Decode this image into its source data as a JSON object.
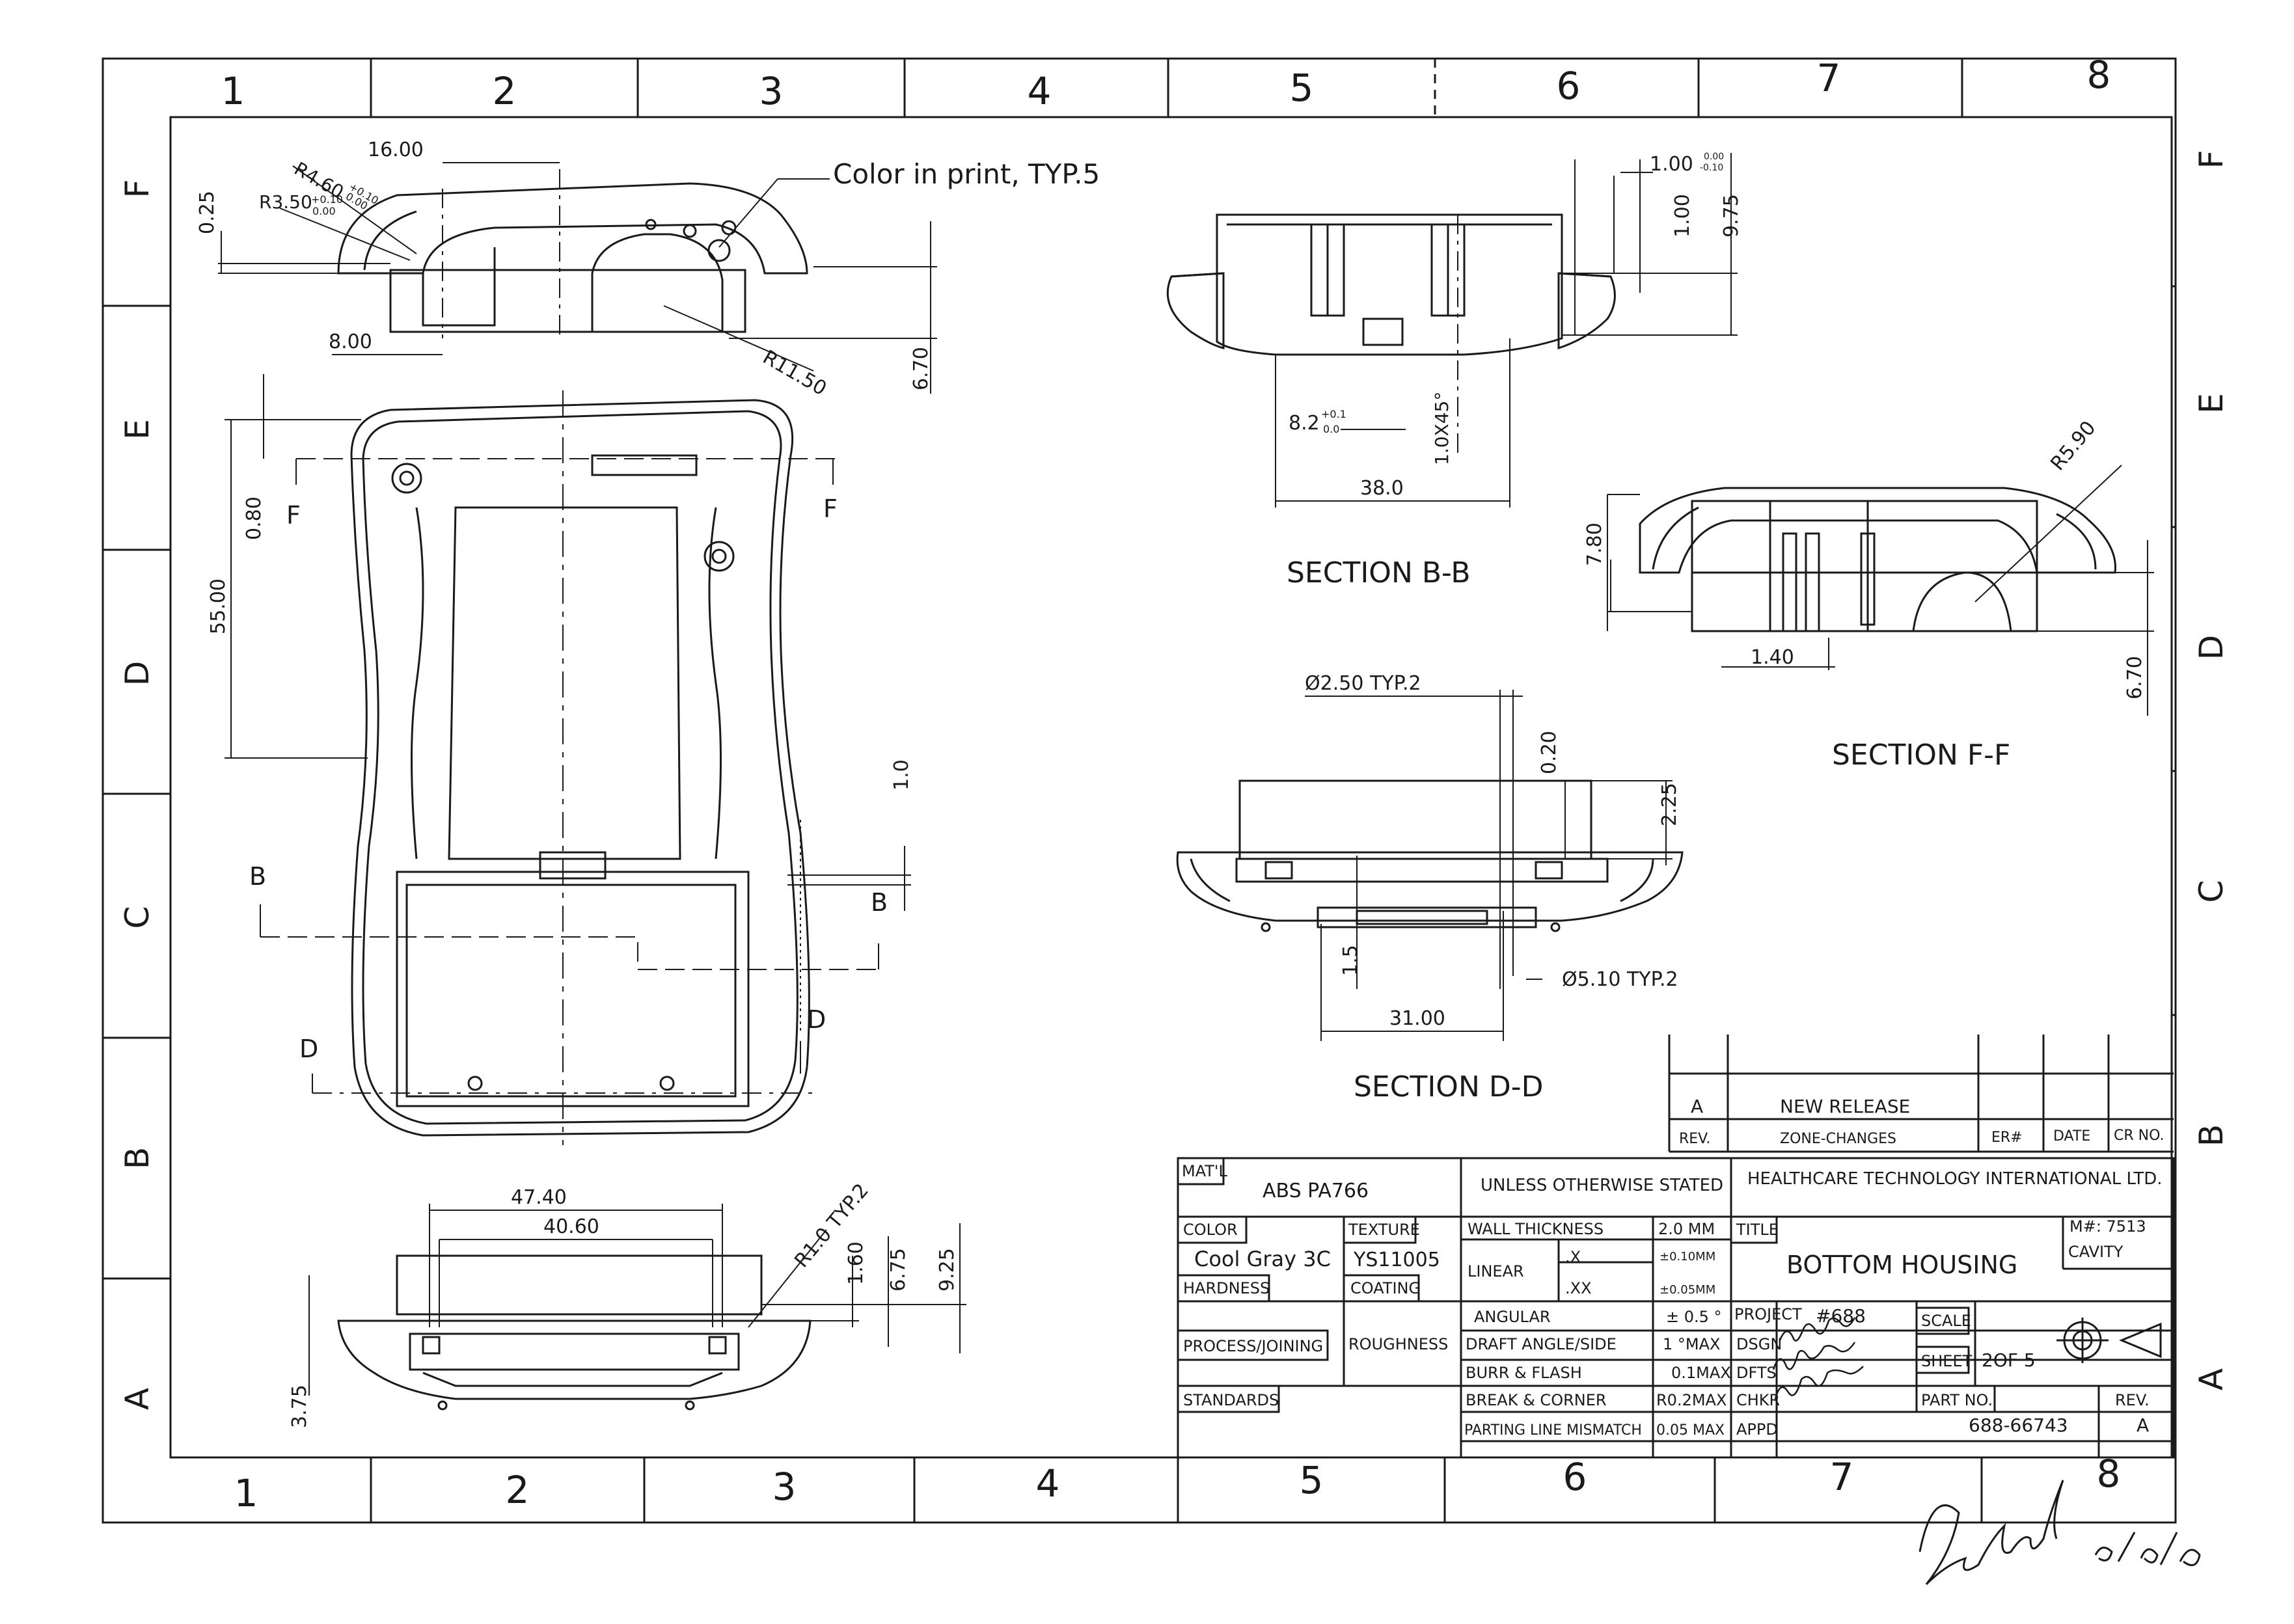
{
  "border": {
    "top_columns": [
      "1",
      "2",
      "3",
      "4",
      "5",
      "6",
      "7",
      "8"
    ],
    "bottom_columns": [
      "1",
      "2",
      "3",
      "4",
      "5",
      "6",
      "7",
      "8"
    ],
    "rows": [
      "F",
      "E",
      "D",
      "C",
      "B",
      "A"
    ]
  },
  "notes": {
    "color_in_print": "Color in print, TYP.5"
  },
  "sections": {
    "bb": "SECTION B-B",
    "ff": "SECTION F-F",
    "dd": "SECTION D-D"
  },
  "cut_labels": {
    "f_left": "F",
    "f_right": "F",
    "b_left": "B",
    "b_right": "B",
    "d_left": "D",
    "d_right": "D"
  },
  "dimensions": {
    "top_view": {
      "width_16": "16.00",
      "r460": "R4.60",
      "r460_tol_plus": "+0.10",
      "r460_tol_minus": "0.00",
      "r350": "R3.50",
      "r350_tol_plus": "+0.10",
      "r350_tol_minus": "0.00",
      "d025": "0.25",
      "d800": "8.00",
      "r1150": "R11.50",
      "d670": "6.70"
    },
    "plan_view": {
      "d080": "0.80",
      "d5500": "55.00",
      "d10": "1.0"
    },
    "bottom_view": {
      "d4740": "47.40",
      "d4060": "40.60",
      "r10": "R1.0 TYP.2",
      "d160": "1.60",
      "d675": "6.75",
      "d925": "9.25",
      "d375": "3.75"
    },
    "section_bb": {
      "d100a": "1.00",
      "d100a_tol_plus": "0.00",
      "d100a_tol_minus": "-0.10",
      "d100b": "1.00",
      "d975": "9.75",
      "d82": "8.2",
      "d82_tol_plus": "+0.1",
      "d82_tol_minus": "0.0",
      "chamfer": "1.0X45°",
      "d380": "38.0"
    },
    "section_ff": {
      "r590": "R5.90",
      "d780": "7.80",
      "d140": "1.40",
      "d670": "6.70"
    },
    "section_dd": {
      "hole250": "Ø2.50 TYP.2",
      "d020": "0.20",
      "d225": "2.25",
      "d15": "1.5",
      "hole510": "Ø5.10 TYP.2",
      "d3100": "31.00"
    }
  },
  "revision_block": {
    "rev_letter": "A",
    "description": "NEW RELEASE",
    "headers": {
      "rev": "REV.",
      "zone_changes": "ZONE-CHANGES",
      "er": "ER#",
      "date": "DATE",
      "cr": "CR NO."
    }
  },
  "title_block": {
    "matl_label": "MAT'L",
    "matl_value": "ABS PA766",
    "unless": "UNLESS OTHERWISE STATED",
    "company": "HEALTHCARE TECHNOLOGY INTERNATIONAL LTD.",
    "color_label": "COLOR",
    "color_value": "Cool Gray 3C",
    "texture_label": "TEXTURE",
    "texture_value": "YS11005",
    "hardness_label": "HARDNESS",
    "coating_label": "COATING",
    "wall_label": "WALL THICKNESS",
    "wall_value": "2.0  MM",
    "title_label": "TITLE",
    "title_value": "BOTTOM HOUSING",
    "mold_no": "M#: 7513",
    "cavity": "CAVITY",
    "linear_label": "LINEAR",
    "linear_x": ".X",
    "linear_x_tol": "±0.10MM",
    "linear_xx": ".XX",
    "linear_xx_tol": "±0.05MM",
    "angular_label": "ANGULAR",
    "angular_value": "± 0.5 °",
    "project_label": "PROJECT",
    "project_value": "#688",
    "scale_label": "SCALE",
    "process_label": "PROCESS/JOINING",
    "roughness_label": "ROUGHNESS",
    "draft_label": "DRAFT ANGLE/SIDE",
    "draft_value": "1  °MAX",
    "dsgn_label": "DSGN",
    "sheet_label": "SHEET",
    "sheet_value": "2OF 5",
    "burr_label": "BURR & FLASH",
    "burr_value": "0.1MAX",
    "dfts_label": "DFTS",
    "standards_label": "STANDARDS",
    "break_label": "BREAK & CORNER",
    "break_value": "R0.2MAX",
    "chkr_label": "CHKR",
    "part_no_label": "PART NO.",
    "rev_label": "REV.",
    "parting_label": "PARTING LINE MISMATCH",
    "parting_value": "0.05 MAX",
    "appd_label": "APPD",
    "part_no_value": "688-66743",
    "rev_value": "A"
  },
  "signature": {
    "handwritten_initials": "7.Hm",
    "handwritten_date": "06/09/05",
    "dsgn_entry": "7.H  Aug23",
    "dfts_entry": "6/9  2005",
    "chkr_entry": "6/9  Aug23.5"
  }
}
